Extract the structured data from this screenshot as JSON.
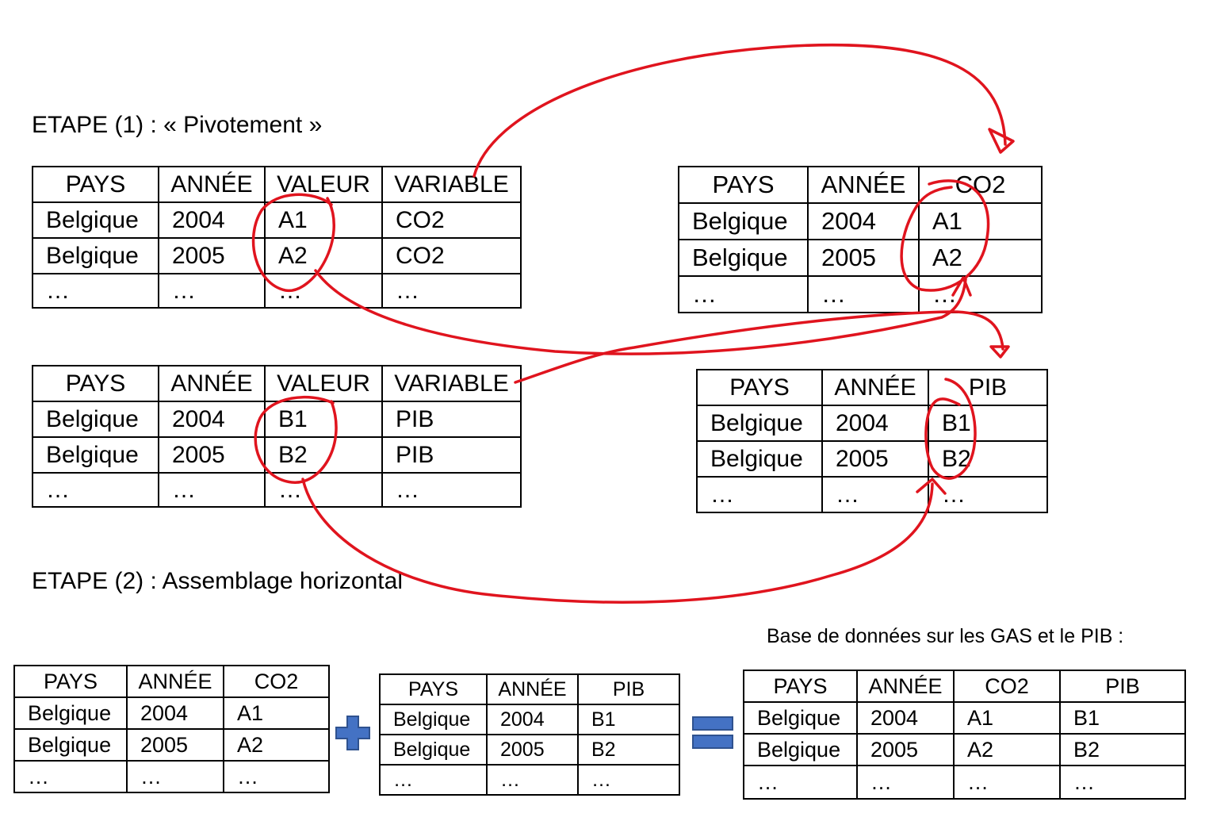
{
  "labels": {
    "step1": "ETAPE (1) : « Pivotement »",
    "step2": "ETAPE (2) : Assemblage horizontal",
    "database": "Base de données sur les GAS et le PIB :"
  },
  "tables": {
    "long_co2": {
      "headers": [
        "PAYS",
        "ANNÉE",
        "VALEUR",
        "VARIABLE"
      ],
      "rows": [
        [
          "Belgique",
          "2004",
          "A1",
          "CO2"
        ],
        [
          "Belgique",
          "2005",
          "A2",
          "CO2"
        ],
        [
          "…",
          "…",
          "…",
          "…"
        ]
      ]
    },
    "long_pib": {
      "headers": [
        "PAYS",
        "ANNÉE",
        "VALEUR",
        "VARIABLE"
      ],
      "rows": [
        [
          "Belgique",
          "2004",
          "B1",
          "PIB"
        ],
        [
          "Belgique",
          "2005",
          "B2",
          "PIB"
        ],
        [
          "…",
          "…",
          "…",
          "…"
        ]
      ]
    },
    "wide_co2": {
      "headers": [
        "PAYS",
        "ANNÉE",
        "CO2"
      ],
      "rows": [
        [
          "Belgique",
          "2004",
          "A1"
        ],
        [
          "Belgique",
          "2005",
          "A2"
        ],
        [
          "…",
          "…",
          "…"
        ]
      ]
    },
    "wide_pib": {
      "headers": [
        "PAYS",
        "ANNÉE",
        "PIB"
      ],
      "rows": [
        [
          "Belgique",
          "2004",
          "B1"
        ],
        [
          "Belgique",
          "2005",
          "B2"
        ],
        [
          "…",
          "…",
          "…"
        ]
      ]
    },
    "merge_co2": {
      "headers": [
        "PAYS",
        "ANNÉE",
        "CO2"
      ],
      "rows": [
        [
          "Belgique",
          "2004",
          "A1"
        ],
        [
          "Belgique",
          "2005",
          "A2"
        ],
        [
          "…",
          "…",
          "…"
        ]
      ]
    },
    "merge_pib": {
      "headers": [
        "PAYS",
        "ANNÉE",
        "PIB"
      ],
      "rows": [
        [
          "Belgique",
          "2004",
          "B1"
        ],
        [
          "Belgique",
          "2005",
          "B2"
        ],
        [
          "…",
          "…",
          "…"
        ]
      ]
    },
    "result": {
      "headers": [
        "PAYS",
        "ANNÉE",
        "CO2",
        "PIB"
      ],
      "rows": [
        [
          "Belgique",
          "2004",
          "A1",
          "B1"
        ],
        [
          "Belgique",
          "2005",
          "A2",
          "B2"
        ],
        [
          "…",
          "…",
          "…",
          "…"
        ]
      ]
    }
  },
  "colors": {
    "annotation": "#e0141e",
    "operator": "#4472c4",
    "operator_border": "#2f528f"
  },
  "icons": {
    "plus": "plus-icon",
    "equals": "equals-icon"
  }
}
